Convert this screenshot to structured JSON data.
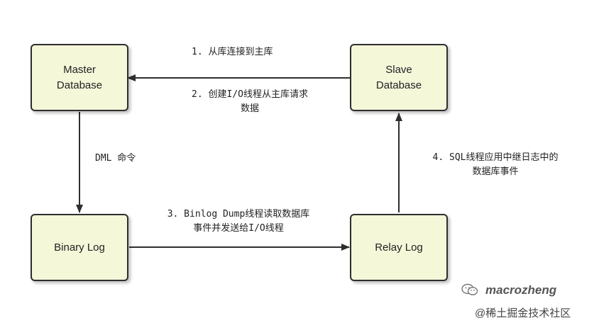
{
  "nodes": {
    "master": [
      "Master",
      "Database"
    ],
    "slave": [
      "Slave",
      "Database"
    ],
    "binary_log": "Binary Log",
    "relay_log": "Relay Log"
  },
  "edges": {
    "connect": "1. 从库连接到主库",
    "io_thread": [
      "2. 创建I/O线程从主库请求",
      "数据"
    ],
    "dml": "DML 命令",
    "binlog_dump": [
      "3. Binlog Dump线程读取数据库",
      "事件并发送给I/O线程"
    ],
    "sql_thread": [
      "4. SQL线程应用中继日志中的",
      "数据库事件"
    ]
  },
  "watermark": {
    "author": "macrozheng",
    "site": "@稀土掘金技术社区"
  },
  "colors": {
    "node_fill": "#f5f7d9",
    "stroke": "#2e2e2e"
  }
}
